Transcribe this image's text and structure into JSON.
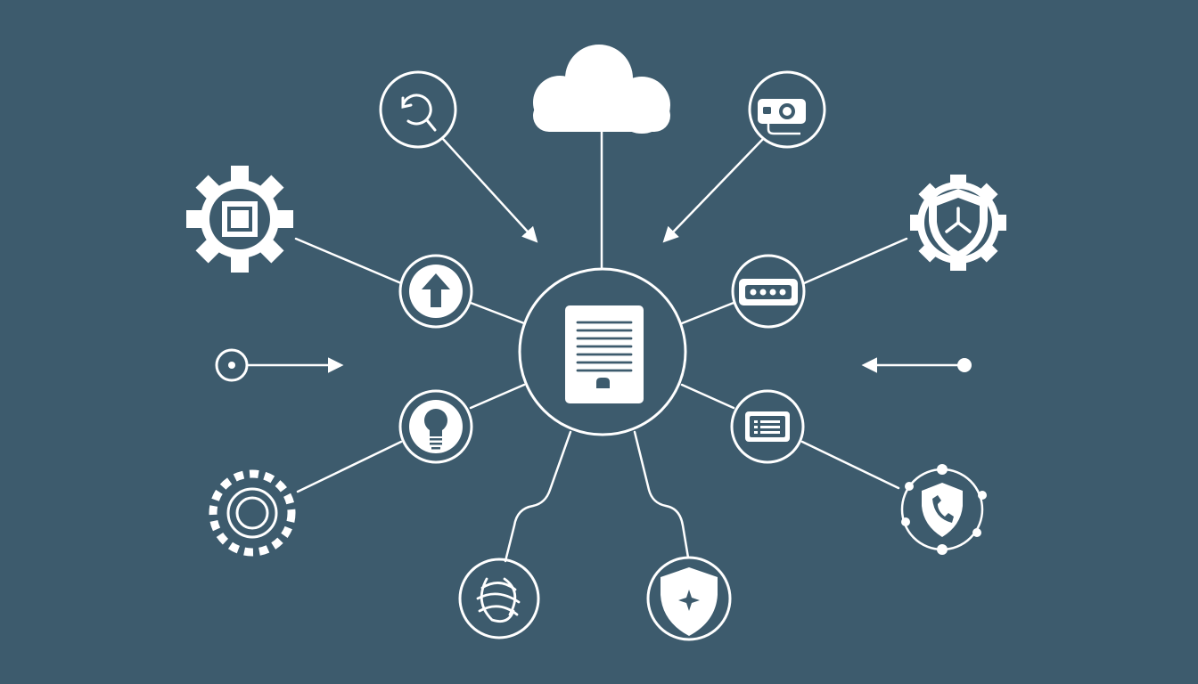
{
  "colors": {
    "background": "#3d5b6d",
    "line": "#ffffff",
    "icon_fill": "#ffffff",
    "icon_inner": "#3d5b6d"
  },
  "diagram": {
    "center": {
      "icon": "document-icon"
    },
    "nodes": [
      {
        "id": "cloud",
        "icon": "cloud-icon"
      },
      {
        "id": "refresh-search",
        "icon": "refresh-search-icon"
      },
      {
        "id": "camera",
        "icon": "camera-icon"
      },
      {
        "id": "settings-gear",
        "icon": "gear-window-icon"
      },
      {
        "id": "shield-gear",
        "icon": "shield-gear-icon"
      },
      {
        "id": "upload",
        "icon": "upload-arrow-icon"
      },
      {
        "id": "message",
        "icon": "message-dots-icon"
      },
      {
        "id": "input-arrow-left",
        "icon": "input-arrow-icon"
      },
      {
        "id": "input-arrow-right",
        "icon": "output-arrow-icon"
      },
      {
        "id": "lightbulb",
        "icon": "lightbulb-icon"
      },
      {
        "id": "list-card",
        "icon": "list-card-icon"
      },
      {
        "id": "dashed-gear",
        "icon": "dashed-gear-icon"
      },
      {
        "id": "shield-phone",
        "icon": "shield-phone-icon"
      },
      {
        "id": "globe",
        "icon": "globe-icon"
      },
      {
        "id": "shield-star",
        "icon": "shield-star-icon"
      }
    ]
  }
}
